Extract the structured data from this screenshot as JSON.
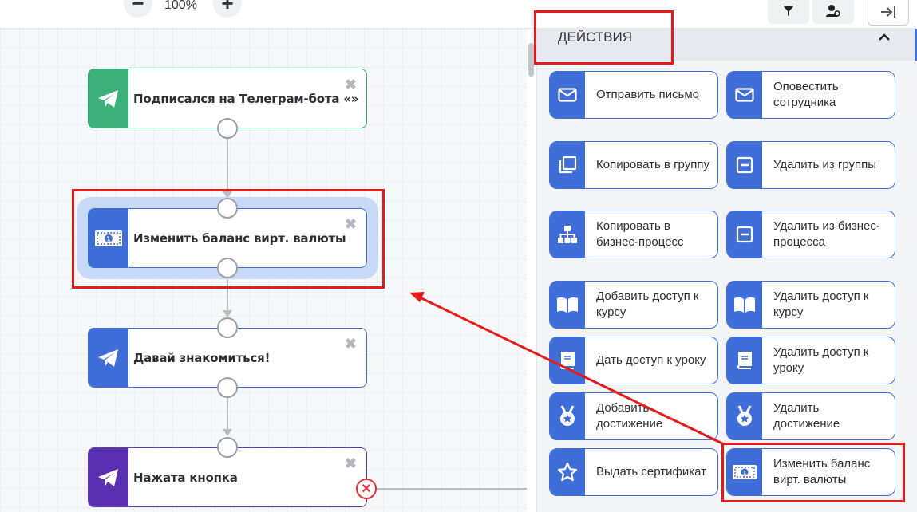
{
  "toolbar": {
    "zoom_out": "−",
    "zoom_level": "100%",
    "zoom_in": "+"
  },
  "canvas": {
    "nodes": [
      {
        "label": "Подписался на Телеграм-бота «»",
        "icon": "telegram-icon",
        "color": "#3bb07a",
        "close": "✖"
      },
      {
        "label": "Изменить баланс вирт. валюты",
        "icon": "banknote-icon",
        "color": "#3f6ed8",
        "close": "✖"
      },
      {
        "label": "Давай знакомиться!",
        "icon": "telegram-icon",
        "color": "#3f6ed8",
        "close": "✖"
      },
      {
        "label": "Нажата кнопка",
        "icon": "telegram-icon",
        "color": "#5b2fb2",
        "close": "✖"
      }
    ],
    "error_marker": "✕"
  },
  "panel": {
    "title": "ДЕЙСТВИЯ",
    "collapse_icon": "⌃",
    "actions": [
      {
        "label": "Отправить письмо",
        "icon": "envelope-icon"
      },
      {
        "label": "Оповестить сотрудника",
        "icon": "envelope-icon"
      },
      {
        "label": "Копировать в группу",
        "icon": "copy-icon"
      },
      {
        "label": "Удалить из группы",
        "icon": "minus-box-icon"
      },
      {
        "label": "Копировать в бизнес-процесс",
        "icon": "hierarchy-icon"
      },
      {
        "label": "Удалить из бизнес-процесса",
        "icon": "minus-box-icon"
      },
      {
        "label": "Добавить доступ к курсу",
        "icon": "open-book-icon"
      },
      {
        "label": "Удалить доступ к курсу",
        "icon": "open-book-icon"
      },
      {
        "label": "Дать доступ к уроку",
        "icon": "book-icon"
      },
      {
        "label": "Удалить доступ к уроку",
        "icon": "book-icon"
      },
      {
        "label": "Добавить достижение",
        "icon": "medal-icon"
      },
      {
        "label": "Удалить достижение",
        "icon": "medal-icon"
      },
      {
        "label": "Выдать сертификат",
        "icon": "star-icon"
      },
      {
        "label": "Изменить баланс вирт. валюты",
        "icon": "banknote-icon"
      }
    ]
  },
  "colors": {
    "accent": "#3f6ed8",
    "trigger_green": "#3bb07a",
    "purple": "#5b2fb2",
    "annotation_red": "#e31b1b"
  }
}
